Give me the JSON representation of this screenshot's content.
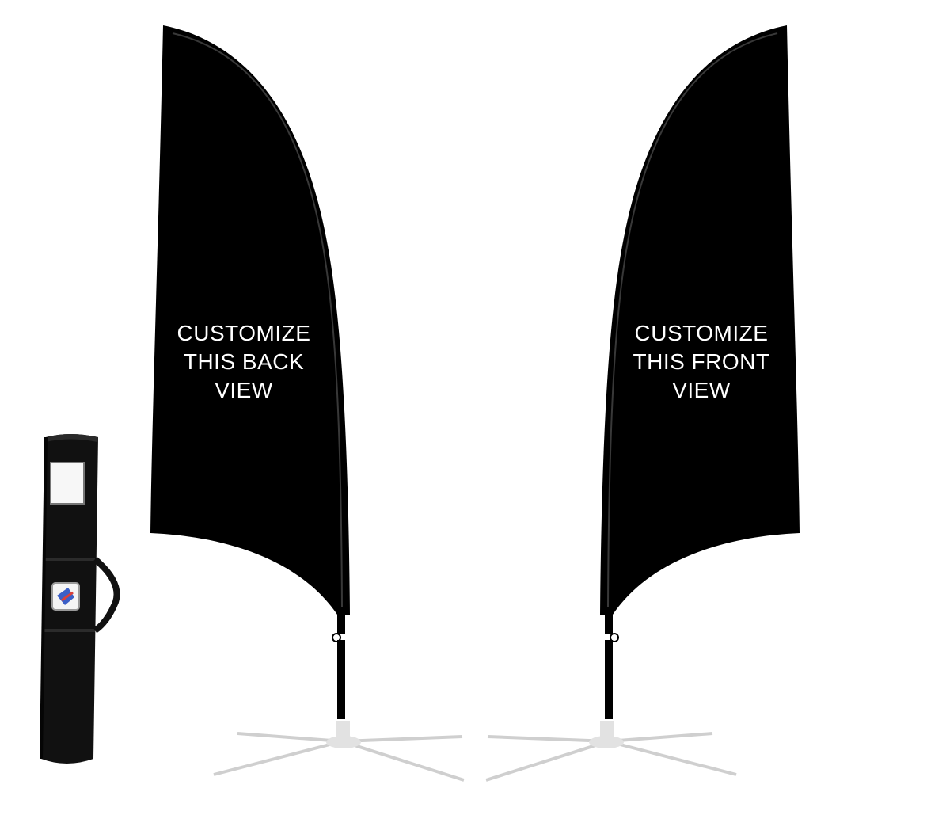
{
  "colors": {
    "flag": "#000000",
    "flag_text": "#ffffff",
    "pole": "#000000",
    "base": "#dcdcdc",
    "base_shadow": "#b9b9b9",
    "bag": "#111111"
  },
  "flags": {
    "back": {
      "line1": "CUSTOMIZE",
      "line2": "THIS BACK",
      "line3": "VIEW"
    },
    "front": {
      "line1": "CUSTOMIZE",
      "line2": "THIS FRONT",
      "line3": "VIEW"
    }
  },
  "icons": {
    "carry_bag": "carry-bag-icon",
    "bag_logo": "bag-logo-icon"
  }
}
